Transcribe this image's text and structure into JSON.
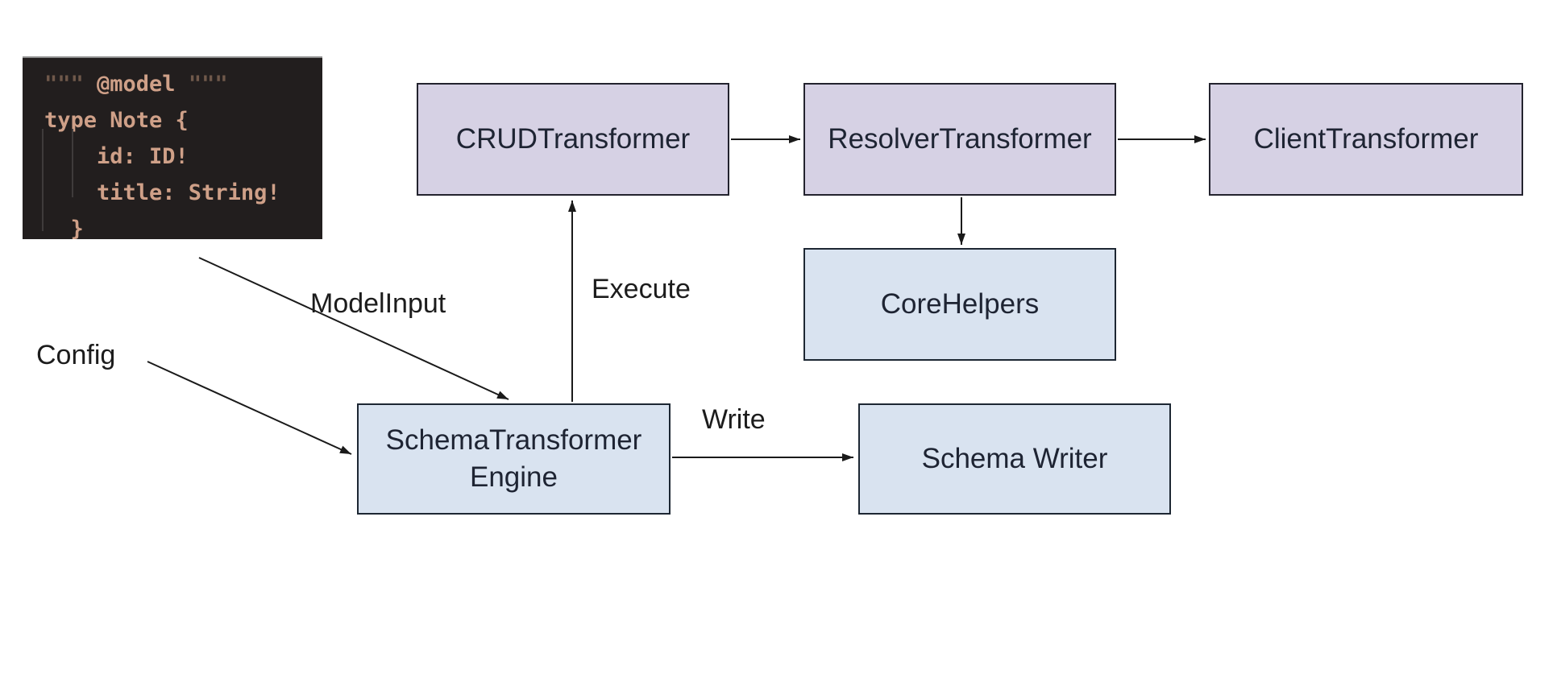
{
  "code_snippet": {
    "background": "#221e1e",
    "text_color": "#cfa088",
    "dim_color": "#6f584a",
    "l1_quote_open": "\"\"\" ",
    "l1_directive": "@model",
    "l1_quote_close": " \"\"\"",
    "l2": "type Note {",
    "l3": "    id: ID!",
    "l4": "    title: String!",
    "l5": "  }"
  },
  "nodes": {
    "crud": {
      "label": "CRUDTransformer"
    },
    "resolver": {
      "label": "ResolverTransformer"
    },
    "client": {
      "label": "ClientTransformer"
    },
    "core": {
      "label": "CoreHelpers"
    },
    "engine": {
      "label": "SchemaTransformer Engine"
    },
    "writer": {
      "label": "Schema Writer"
    }
  },
  "edge_labels": {
    "model_input": "ModelInput",
    "config": "Config",
    "execute": "Execute",
    "write": "Write"
  },
  "connections": [
    "model code -> SchemaTransformer Engine (ModelInput)",
    "Config -> SchemaTransformer Engine",
    "SchemaTransformer Engine -> CRUDTransformer (Execute)",
    "CRUDTransformer -> ResolverTransformer",
    "ResolverTransformer -> ClientTransformer",
    "ResolverTransformer -> CoreHelpers",
    "SchemaTransformer Engine -> Schema Writer (Write)"
  ],
  "colors": {
    "transformer_fill": "#d6d1e4",
    "helper_fill": "#d9e3f0",
    "node_border": "#23232e",
    "arrow": "#1a1a1a",
    "node_text": "#1e2433",
    "background": "#ffffff"
  }
}
